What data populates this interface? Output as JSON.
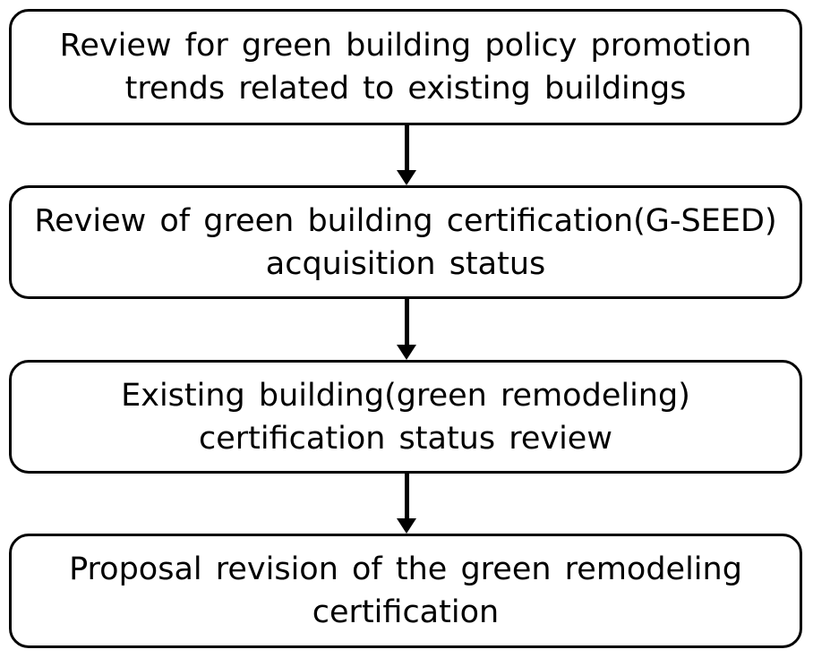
{
  "flowchart": {
    "steps": [
      {
        "line1": "Review for green building policy promotion",
        "line2": "trends related to existing buildings"
      },
      {
        "line1": "Review of green building certification(G-SEED)",
        "line2": "acquisition status"
      },
      {
        "line1": "Existing building(green remodeling)",
        "line2": "certification status review"
      },
      {
        "line1": "Proposal revision of the green remodeling",
        "line2": "certification"
      }
    ],
    "colors": {
      "border": "#000000",
      "text": "#000000",
      "background": "#ffffff"
    }
  }
}
